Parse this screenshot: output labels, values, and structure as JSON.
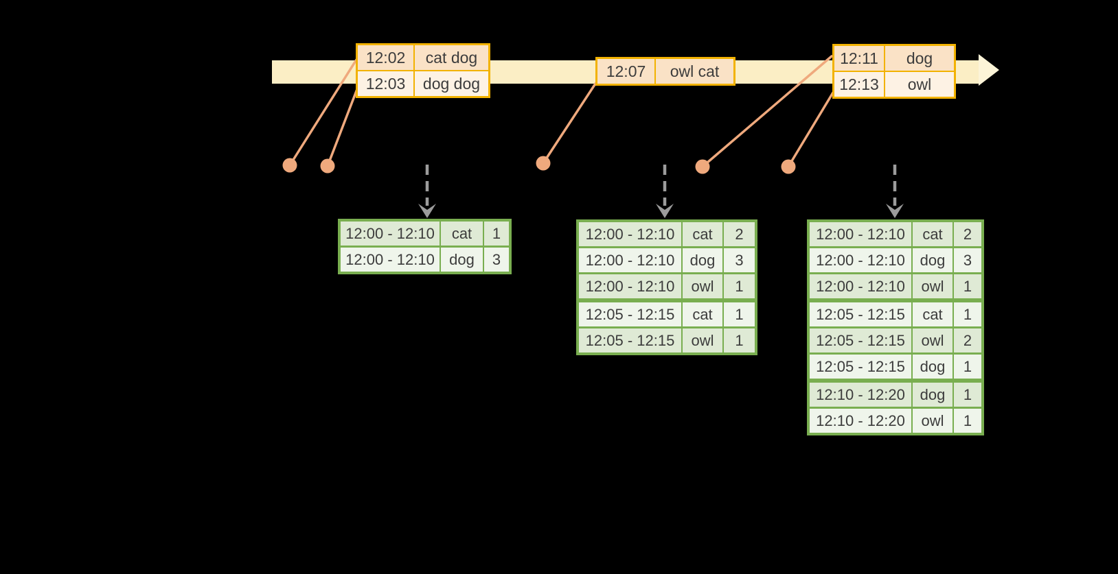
{
  "colors": {
    "background": "#000000",
    "timeline_band": "#FBEEC5",
    "timeline_arrowhead": "#FCF4D8",
    "event_border": "#F2B200",
    "event_row_dark": "#FAE2C6",
    "event_row_light": "#FDF2E4",
    "result_border": "#79AE50",
    "result_row_dark": "#DFEAD5",
    "result_row_light": "#EFF5EB",
    "connector": "#EFA97D",
    "dashed_arrow": "#9C9C9C",
    "text": "#3C3C3C"
  },
  "event_tables": [
    {
      "rows": [
        [
          "12:02",
          "cat dog"
        ],
        [
          "12:03",
          "dog dog"
        ]
      ]
    },
    {
      "rows": [
        [
          "12:07",
          "owl cat"
        ]
      ]
    },
    {
      "rows": [
        [
          "12:11",
          "dog"
        ],
        [
          "12:13",
          "owl"
        ]
      ]
    }
  ],
  "result_tables": [
    {
      "group_starts": [],
      "rows": [
        [
          "12:00 - 12:10",
          "cat",
          "1"
        ],
        [
          "12:00 - 12:10",
          "dog",
          "3"
        ]
      ]
    },
    {
      "group_starts": [
        3
      ],
      "rows": [
        [
          "12:00 - 12:10",
          "cat",
          "2"
        ],
        [
          "12:00 - 12:10",
          "dog",
          "3"
        ],
        [
          "12:00 - 12:10",
          "owl",
          "1"
        ],
        [
          "12:05 - 12:15",
          "cat",
          "1"
        ],
        [
          "12:05 - 12:15",
          "owl",
          "1"
        ]
      ]
    },
    {
      "group_starts": [
        3,
        6
      ],
      "rows": [
        [
          "12:00 - 12:10",
          "cat",
          "2"
        ],
        [
          "12:00 - 12:10",
          "dog",
          "3"
        ],
        [
          "12:00 - 12:10",
          "owl",
          "1"
        ],
        [
          "12:05 - 12:15",
          "cat",
          "1"
        ],
        [
          "12:05 - 12:15",
          "owl",
          "2"
        ],
        [
          "12:05 - 12:15",
          "dog",
          "1"
        ],
        [
          "12:10 - 12:20",
          "dog",
          "1"
        ],
        [
          "12:10 - 12:20",
          "owl",
          "1"
        ]
      ]
    }
  ]
}
